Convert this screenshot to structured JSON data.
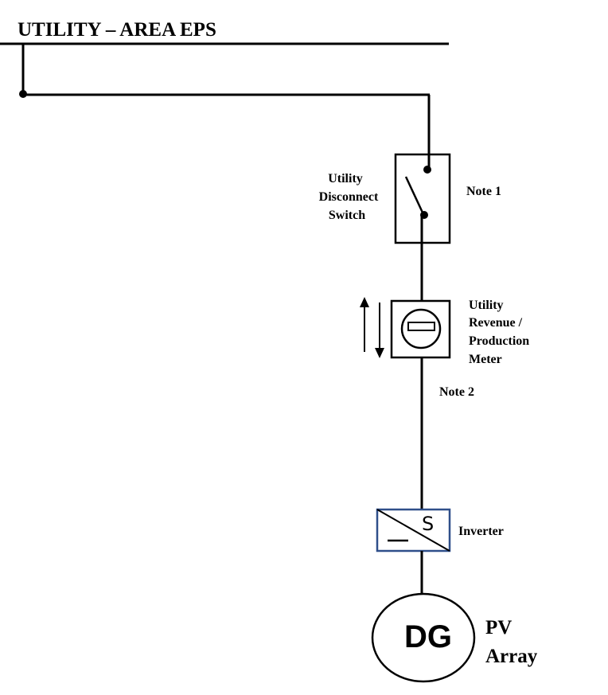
{
  "title": "UTILITY – AREA EPS",
  "switch": {
    "label_lines": [
      "Utility",
      "Disconnect",
      "Switch"
    ],
    "note": "Note 1"
  },
  "meter": {
    "label_lines": [
      "Utility",
      "Revenue /",
      "Production",
      "Meter"
    ],
    "note": "Note 2"
  },
  "inverter": {
    "label": "Inverter",
    "ac_symbol": "S"
  },
  "generator": {
    "symbol": "DG",
    "label_lines": [
      "PV",
      "Array"
    ]
  }
}
